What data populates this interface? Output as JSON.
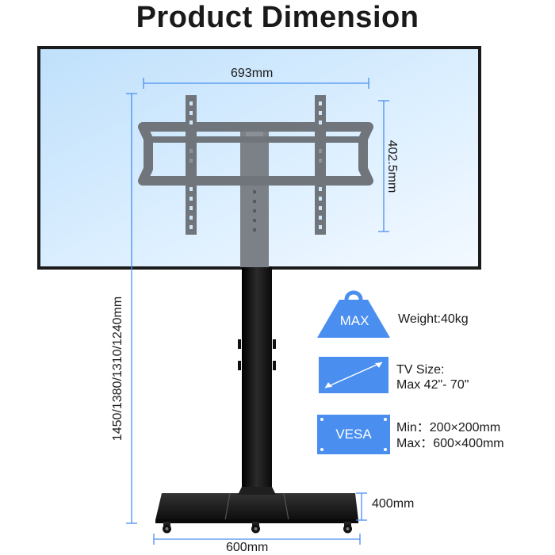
{
  "title": "Product Dimension",
  "dimensions": {
    "bracket_width": "693mm",
    "bracket_height": "402.5mm",
    "heights": "1450/1380/1310/1240mm",
    "base_depth": "400mm",
    "base_width": "600mm"
  },
  "specs": {
    "weight": {
      "badge": "MAX",
      "text": "Weight:40kg",
      "icon": "weight-icon"
    },
    "tv_size": {
      "line1": "TV Size:",
      "line2": "Max 42\"- 70\"",
      "icon": "tv-screen-icon"
    },
    "vesa": {
      "badge": "VESA",
      "min": "Min：200×200mm",
      "max": "Max：600×400mm",
      "icon": "vesa-plate-icon"
    }
  },
  "colors": {
    "accent": "#4a8ff0",
    "screen": "#cfe7fb",
    "bracket": "#6f757b",
    "stand": "#1c1c1c"
  }
}
